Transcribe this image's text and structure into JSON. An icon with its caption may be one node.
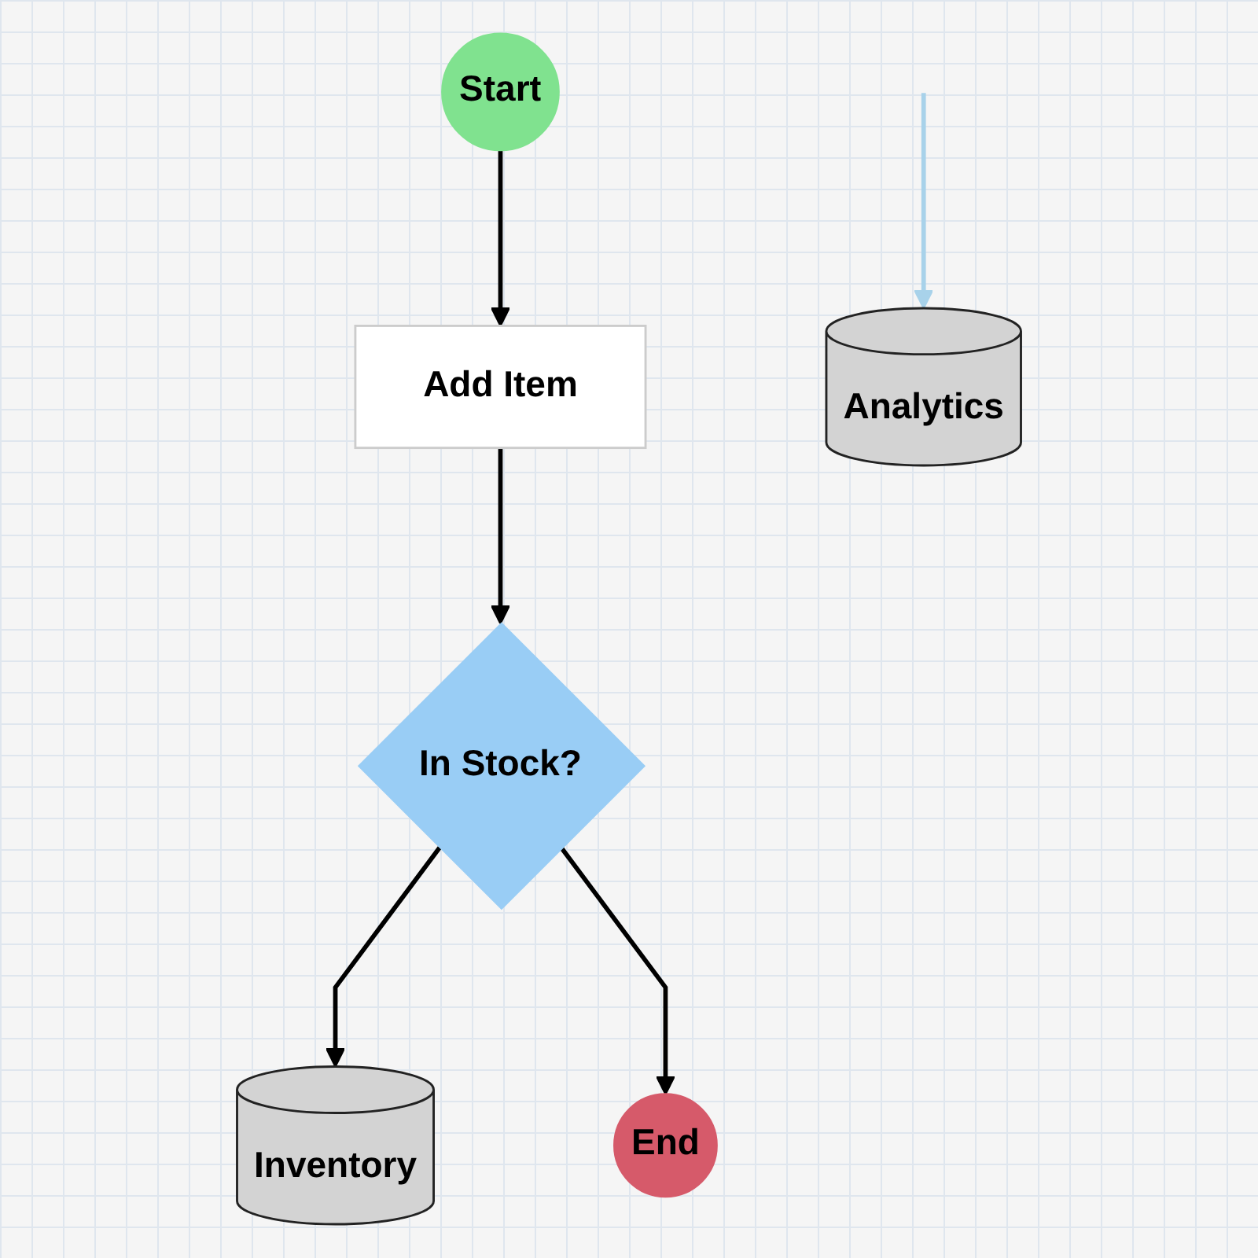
{
  "diagram": {
    "nodes": [
      {
        "text": [
          "Start"
        ]
      },
      {
        "text": [
          "Add Item"
        ]
      },
      {
        "text": [
          "In Stock?"
        ]
      },
      {
        "text": [
          "End"
        ]
      },
      {
        "text": [
          "Inventory"
        ]
      },
      {
        "text": [
          "Analytics"
        ]
      }
    ],
    "edges": [
      {
        "from": 0,
        "to": 1,
        "arrow": "to"
      },
      {
        "from": 1,
        "to": 2,
        "arrow": "to"
      },
      {
        "from": 2,
        "to": 4,
        "arrow": "to"
      },
      {
        "from": 2,
        "to": 3,
        "arrow": "to"
      },
      {
        "from": null,
        "to": 5,
        "arrow": "to",
        "color": "#a8d2ea"
      }
    ]
  }
}
